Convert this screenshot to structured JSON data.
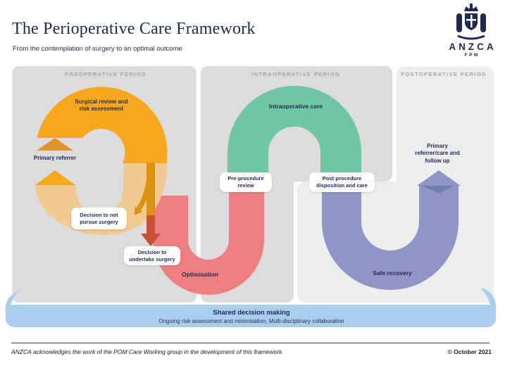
{
  "header": {
    "title": "The Perioperative Care Framework",
    "subtitle": "From the contemplation of surgery to an optimal outcome",
    "logo": {
      "org": "ANZCA",
      "sub": "FPM",
      "icon": "anzca-crest-icon"
    }
  },
  "periods": {
    "preoperative": "PREOPERATIVE PERIOD",
    "intraoperative": "INTRAOPERATIVE PERIOD",
    "postoperative": "POSTOPERATIVE PERIOD"
  },
  "nodes": {
    "surgical_review": "Surgical review and\nrisk assessment",
    "primary_referrer": "Primary referrer",
    "decision_not_pursue": "Decision to not\npursue surgery",
    "decision_undertake": "Decision to\nundertake surgery",
    "optimisation": "Optimisation",
    "pre_procedure": "Pre-procedure\nreview",
    "intraoperative_care": "Intraoperative care",
    "post_procedure": "Post-procedure\ndisposition and care",
    "safe_recovery": "Safe recovery",
    "primary_followup": "Primary\nreferrer/care and\nfollow up"
  },
  "banner": {
    "title": "Shared decision making",
    "subtitle": "Ongoing risk assessment and minimisation, Multi-disciplinary collaboration"
  },
  "footer": {
    "acknowledgement": "ANZCA acknowledges the work of the POM Care Working group in the development of this framework.",
    "copyright": "© October 2021"
  },
  "colors": {
    "navy": "#1F2A52",
    "period_gray": "#A1A4A7",
    "panel": "#DCDCDC",
    "panel_light": "#EDEDED",
    "orange": "#F7A71E",
    "orange_shadow": "#E0922B",
    "tan": "#F2C98F",
    "amber": "#DB9210",
    "brick": "#C65233",
    "red": "#ED7F82",
    "green": "#6EC6A2",
    "purple": "#8E95C7",
    "purple_dark": "#747CB4",
    "banner_blue": "#A9CDEC"
  }
}
